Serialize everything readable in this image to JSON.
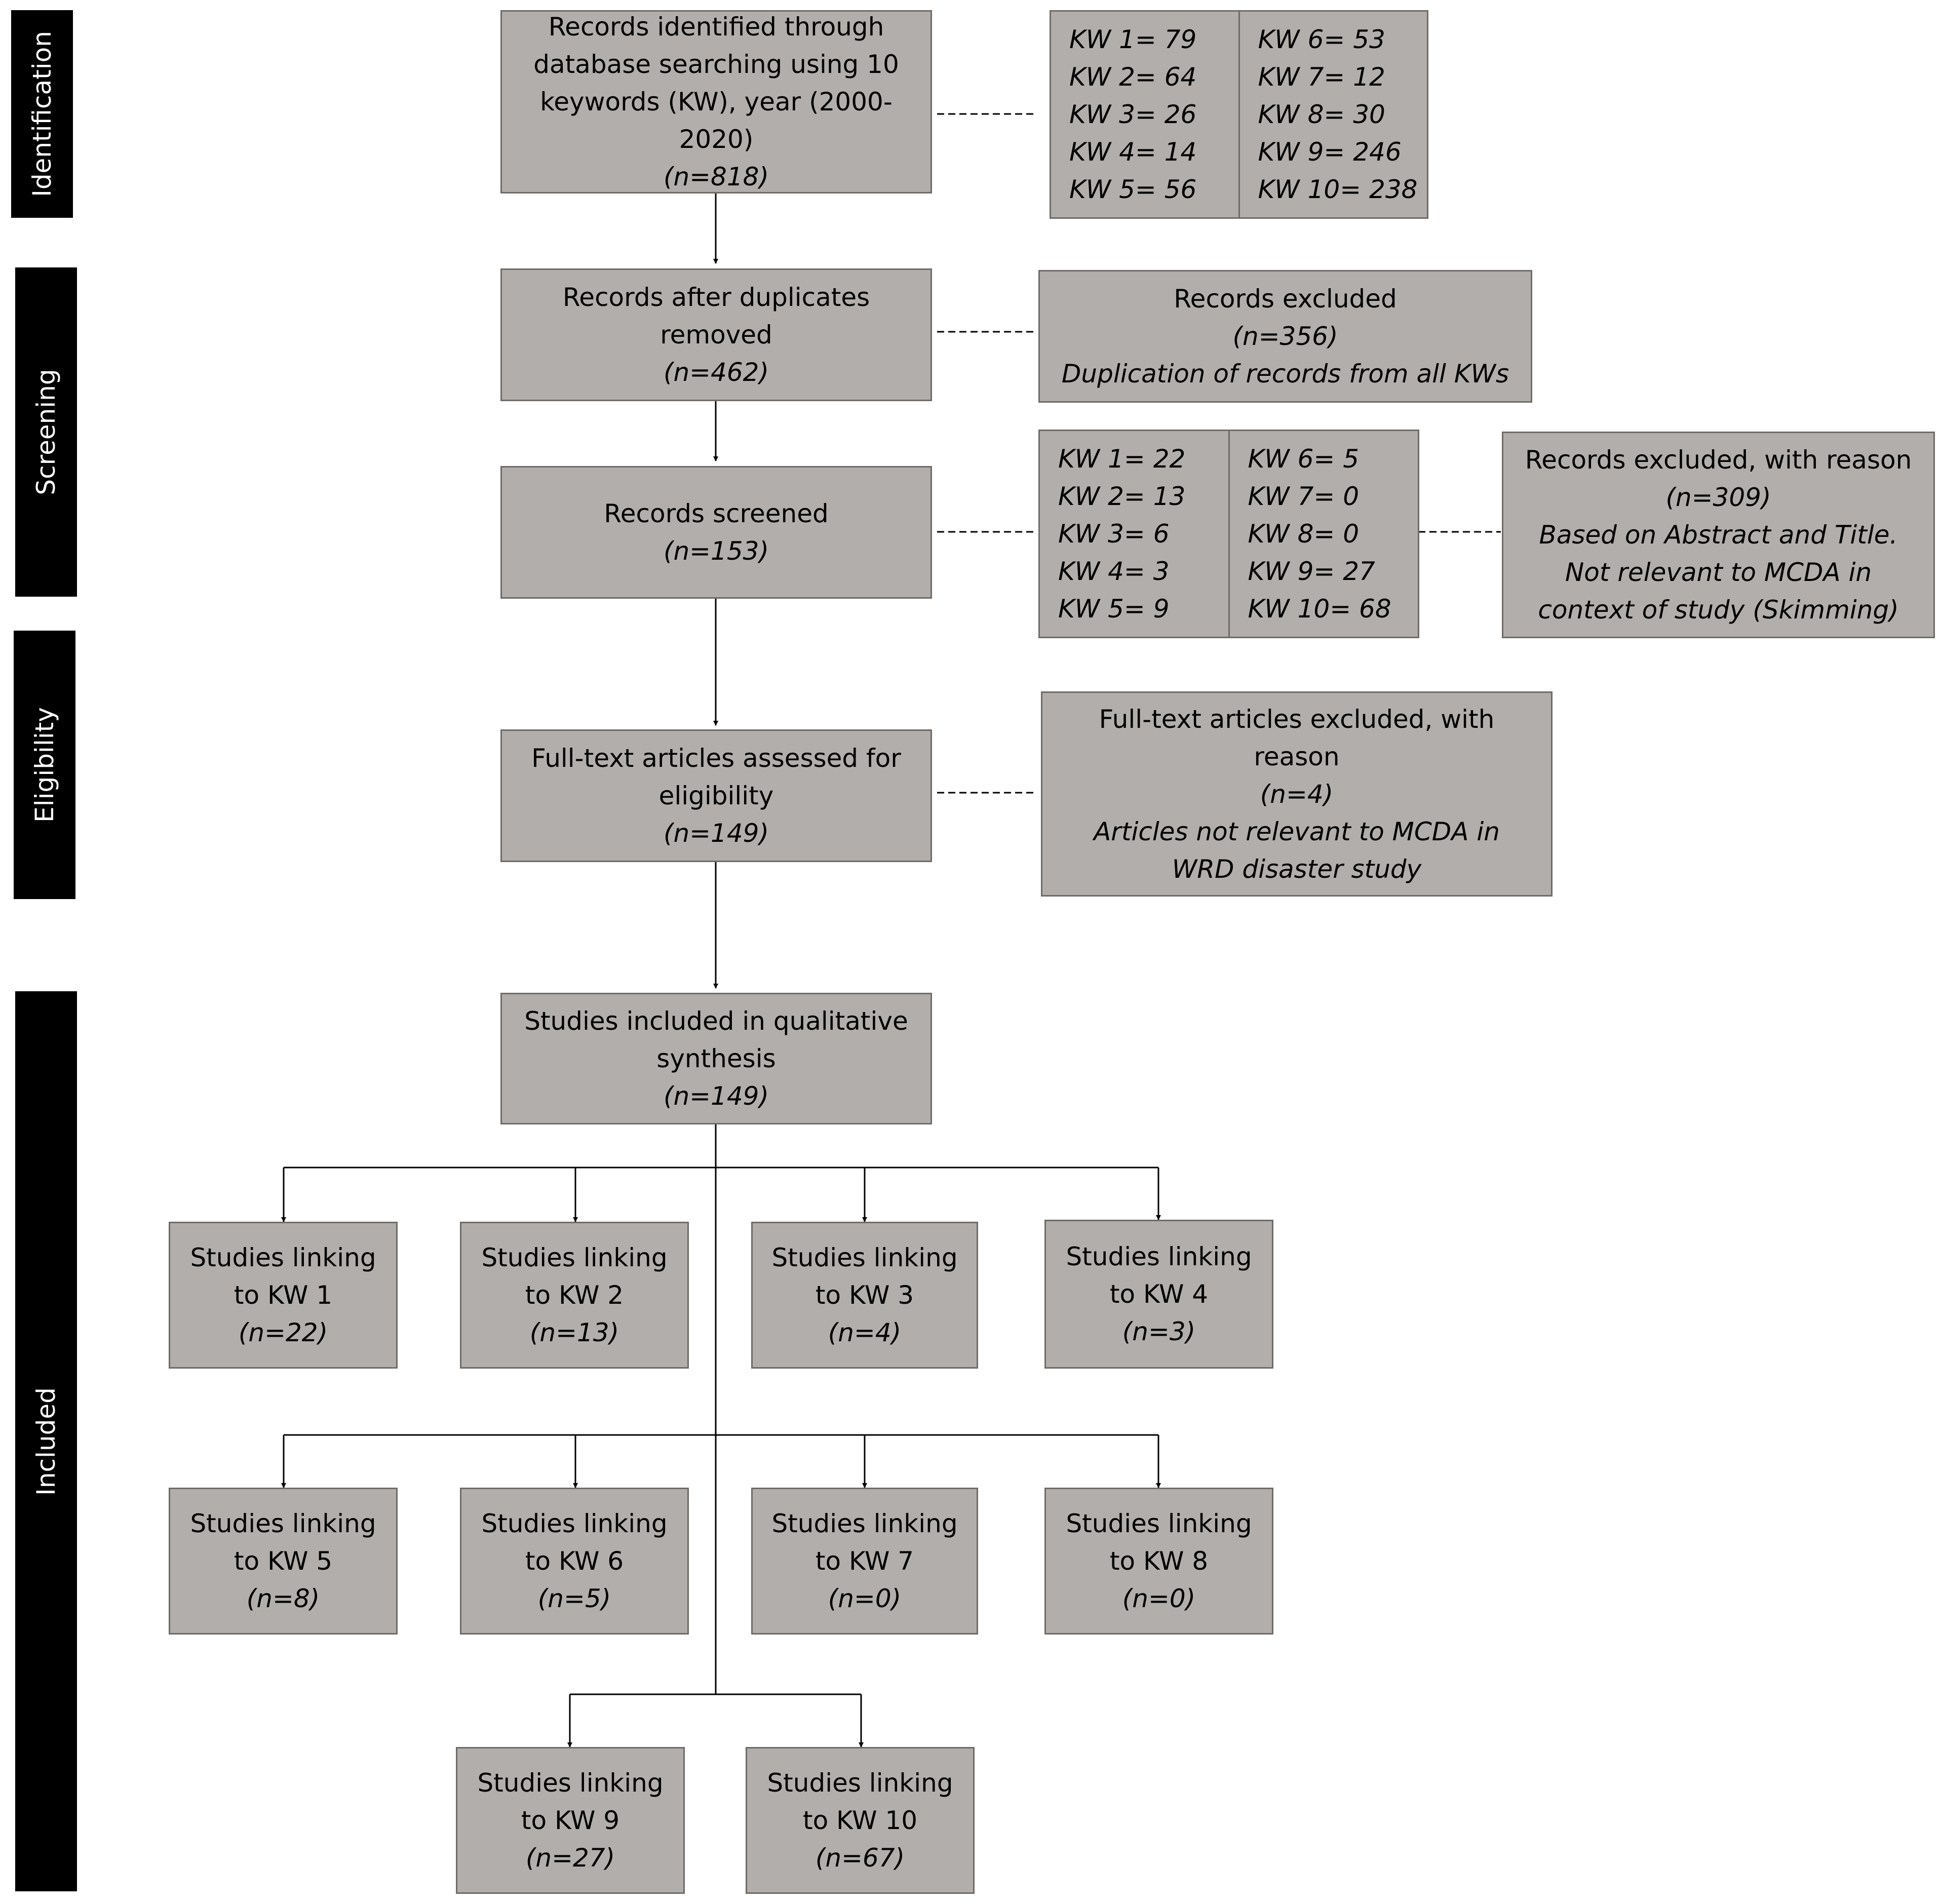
{
  "stages": [
    "Identification",
    "Screening",
    "Eligibility",
    "Included"
  ],
  "identification": {
    "lines": [
      "Records identified through",
      "database searching using 10",
      "keywords (KW), year (2000-",
      "2020)"
    ],
    "n": "(n=818)"
  },
  "kw_identified": {
    "left": [
      "KW 1= 79",
      "KW 2= 64",
      "KW 3= 26",
      "KW 4= 14",
      "KW 5= 56"
    ],
    "right": [
      "KW 6= 53",
      "KW 7= 12",
      "KW 8= 30",
      "KW 9= 246",
      "KW 10= 238"
    ]
  },
  "duplicates": {
    "lines": [
      "Records after duplicates",
      "removed"
    ],
    "n": "(n=462)"
  },
  "excluded_duplicates": {
    "title": "Records excluded",
    "n": "(n=356)",
    "reason": "Duplication of records from all KWs"
  },
  "screened": {
    "lines": [
      "Records screened"
    ],
    "n": "(n=153)"
  },
  "kw_screened": {
    "left": [
      "KW 1= 22",
      "KW 2= 13",
      "KW 3= 6",
      "KW 4= 3",
      "KW 5= 9"
    ],
    "right": [
      "KW 6= 5",
      "KW 7= 0",
      "KW 8= 0",
      "KW 9= 27",
      "KW 10= 68"
    ]
  },
  "excluded_screening": {
    "title": "Records excluded, with reason",
    "n": "(n=309)",
    "reasons": [
      "Based on Abstract and Title.",
      "Not relevant to MCDA in",
      "context of study (Skimming)"
    ]
  },
  "eligibility": {
    "lines": [
      "Full-text articles assessed for",
      "eligibility"
    ],
    "n": "(n=149)"
  },
  "excluded_fulltext": {
    "lines": [
      "Full-text articles excluded, with",
      "reason"
    ],
    "n": "(n=4)",
    "reasons": [
      "Articles not relevant to MCDA in",
      "WRD disaster study"
    ]
  },
  "included": {
    "lines": [
      "Studies included in qualitative",
      "synthesis"
    ],
    "n": "(n=149)"
  },
  "kw_studies": [
    {
      "line1": "Studies linking",
      "line2": "to KW 1",
      "n": "(n=22)"
    },
    {
      "line1": "Studies linking",
      "line2": "to KW 2",
      "n": "(n=13)"
    },
    {
      "line1": "Studies linking",
      "line2": "to KW 3",
      "n": "(n=4)"
    },
    {
      "line1": "Studies linking",
      "line2": "to KW 4",
      "n": "(n=3)"
    },
    {
      "line1": "Studies linking",
      "line2": "to KW 5",
      "n": "(n=8)"
    },
    {
      "line1": "Studies linking",
      "line2": "to KW 6",
      "n": "(n=5)"
    },
    {
      "line1": "Studies linking",
      "line2": "to KW 7",
      "n": "(n=0)"
    },
    {
      "line1": "Studies linking",
      "line2": "to KW 8",
      "n": "(n=0)"
    },
    {
      "line1": "Studies linking",
      "line2": "to KW 9",
      "n": "(n=27)"
    },
    {
      "line1": "Studies linking",
      "line2": "to KW 10",
      "n": "(n=67)"
    }
  ],
  "colors": {
    "box_fill": "#b2aeab",
    "box_border": "#6e6b69",
    "stage_fill": "#000000",
    "stage_text": "#ffffff"
  }
}
